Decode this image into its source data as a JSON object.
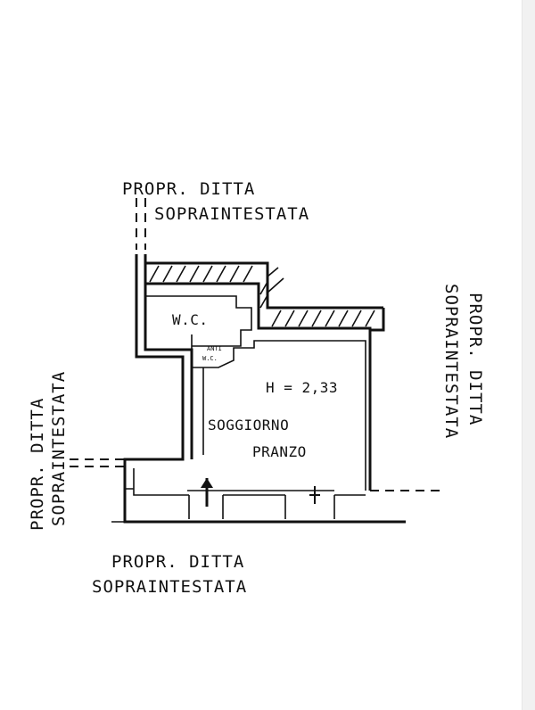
{
  "labels": {
    "top_line1": "PROPR.  DITTA",
    "top_line2": "SOPRAINTESTATA",
    "left_line1": "PROPR.  DITTA",
    "left_line2": "SOPRAINTESTATA",
    "right_line1": "PROPR.  DITTA",
    "right_line2": "SOPRAINTESTATA",
    "bottom_line1": "PROPR.        DITTA",
    "bottom_line2": "SOPRAINTESTATA"
  },
  "rooms": {
    "wc": "W.C.",
    "anti_wc_1": "ANTI",
    "anti_wc_2": "W.C.",
    "height": "H = 2,33",
    "soggiorno": "SOGGIORNO",
    "pranzo": "PRANZO"
  }
}
